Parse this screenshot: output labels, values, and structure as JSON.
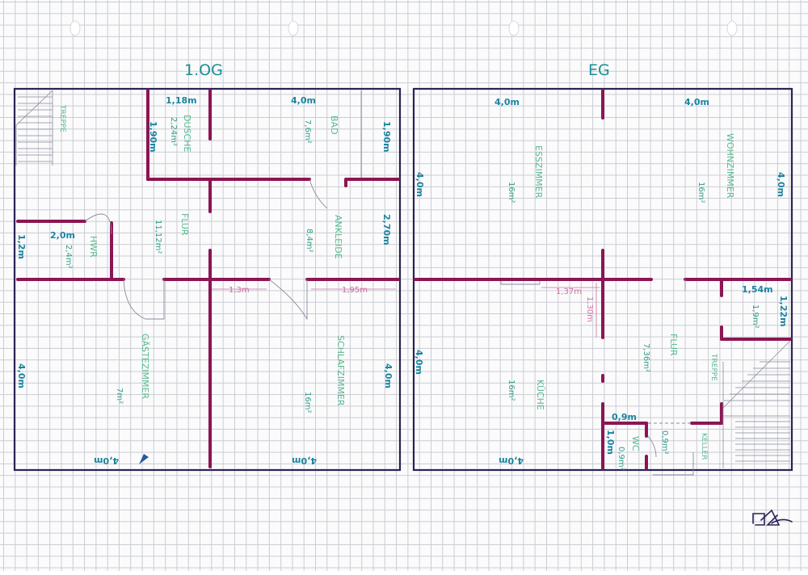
{
  "floors": {
    "upper": {
      "title": "1.OG",
      "dims": {
        "dusche_w": "1,18m",
        "dusche_h": "1,90m",
        "bad_w": "4,0m",
        "bad_h": "1,90m",
        "hwr_w": "2,0m",
        "hwr_h": "1,2m",
        "ankleide_h": "2,70m",
        "flur_w": "1,3m",
        "schlaf_dist": "1,95m",
        "gast_h": "4,0m",
        "schlaf_h": "4,0m",
        "gast_w": "4,0m",
        "schlaf_w": "4,0m"
      },
      "rooms": {
        "treppe": "TREPPE",
        "dusche": "DUSCHE",
        "dusche_area": "2,24m²",
        "bad": "BAD",
        "bad_area": "7,6m²",
        "hwr": "HWR",
        "hwr_area": "2,4m²",
        "flur": "FLUR",
        "flur_area": "11,12m²",
        "ankleide": "ANKLEIDE",
        "ankleide_area": "8,4m²",
        "gast": "GÄSTEZIMMER",
        "gast_area": "7m²",
        "schlaf": "SCHLAFZIMMER",
        "schlaf_area": "16m²"
      }
    },
    "ground": {
      "title": "EG",
      "dims": {
        "ess_w": "4,0m",
        "wohn_w": "4,0m",
        "ess_h": "4,0m",
        "wohn_h": "4,0m",
        "flur_w": "1,37m",
        "flur_h": "1,30m",
        "hwr_w": "1,54m",
        "hwr_h": "1,22m",
        "kueche_h": "4,0m",
        "kueche_w": "4,0m",
        "wc_w": "0,9m",
        "wc_h": "1,0m"
      },
      "rooms": {
        "ess": "ESSZIMMER",
        "ess_area": "16m²",
        "wohn": "WOHNZIMMER",
        "wohn_area": "16m²",
        "kueche": "KÜCHE",
        "kueche_area": "16m²",
        "flur": "FLUR",
        "flur_area": "7,36m²",
        "hwr_area": "1,9m²",
        "treppe": "TREPPE",
        "wc": "WC",
        "wc_area": "0,9m²",
        "keller_area": "0,9m²",
        "keller": "KELLER"
      }
    }
  },
  "colors": {
    "wall": "#8c1552",
    "outline": "#2a2354",
    "dimension": "#1b84a0",
    "room_label": "#58b890",
    "pink_dimension": "#d36fa0",
    "grid": "#c9ccd4"
  },
  "icons": [
    "staircase-icon",
    "signature-icon",
    "binder-hole-icon",
    "pen-mark-icon"
  ]
}
